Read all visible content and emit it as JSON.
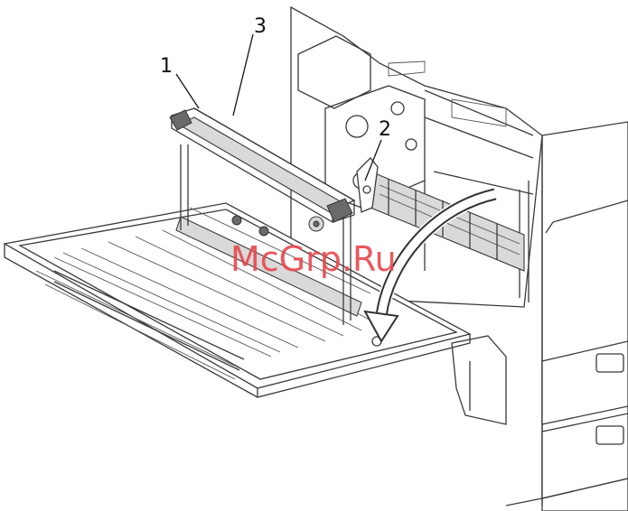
{
  "callouts": {
    "c1": "1",
    "c2": "2",
    "c3": "3"
  },
  "watermark": "McGrp.Ru",
  "colors": {
    "line": "#3a3a3a",
    "watermark": "#e8474d",
    "roller": "#d9d9d9"
  }
}
